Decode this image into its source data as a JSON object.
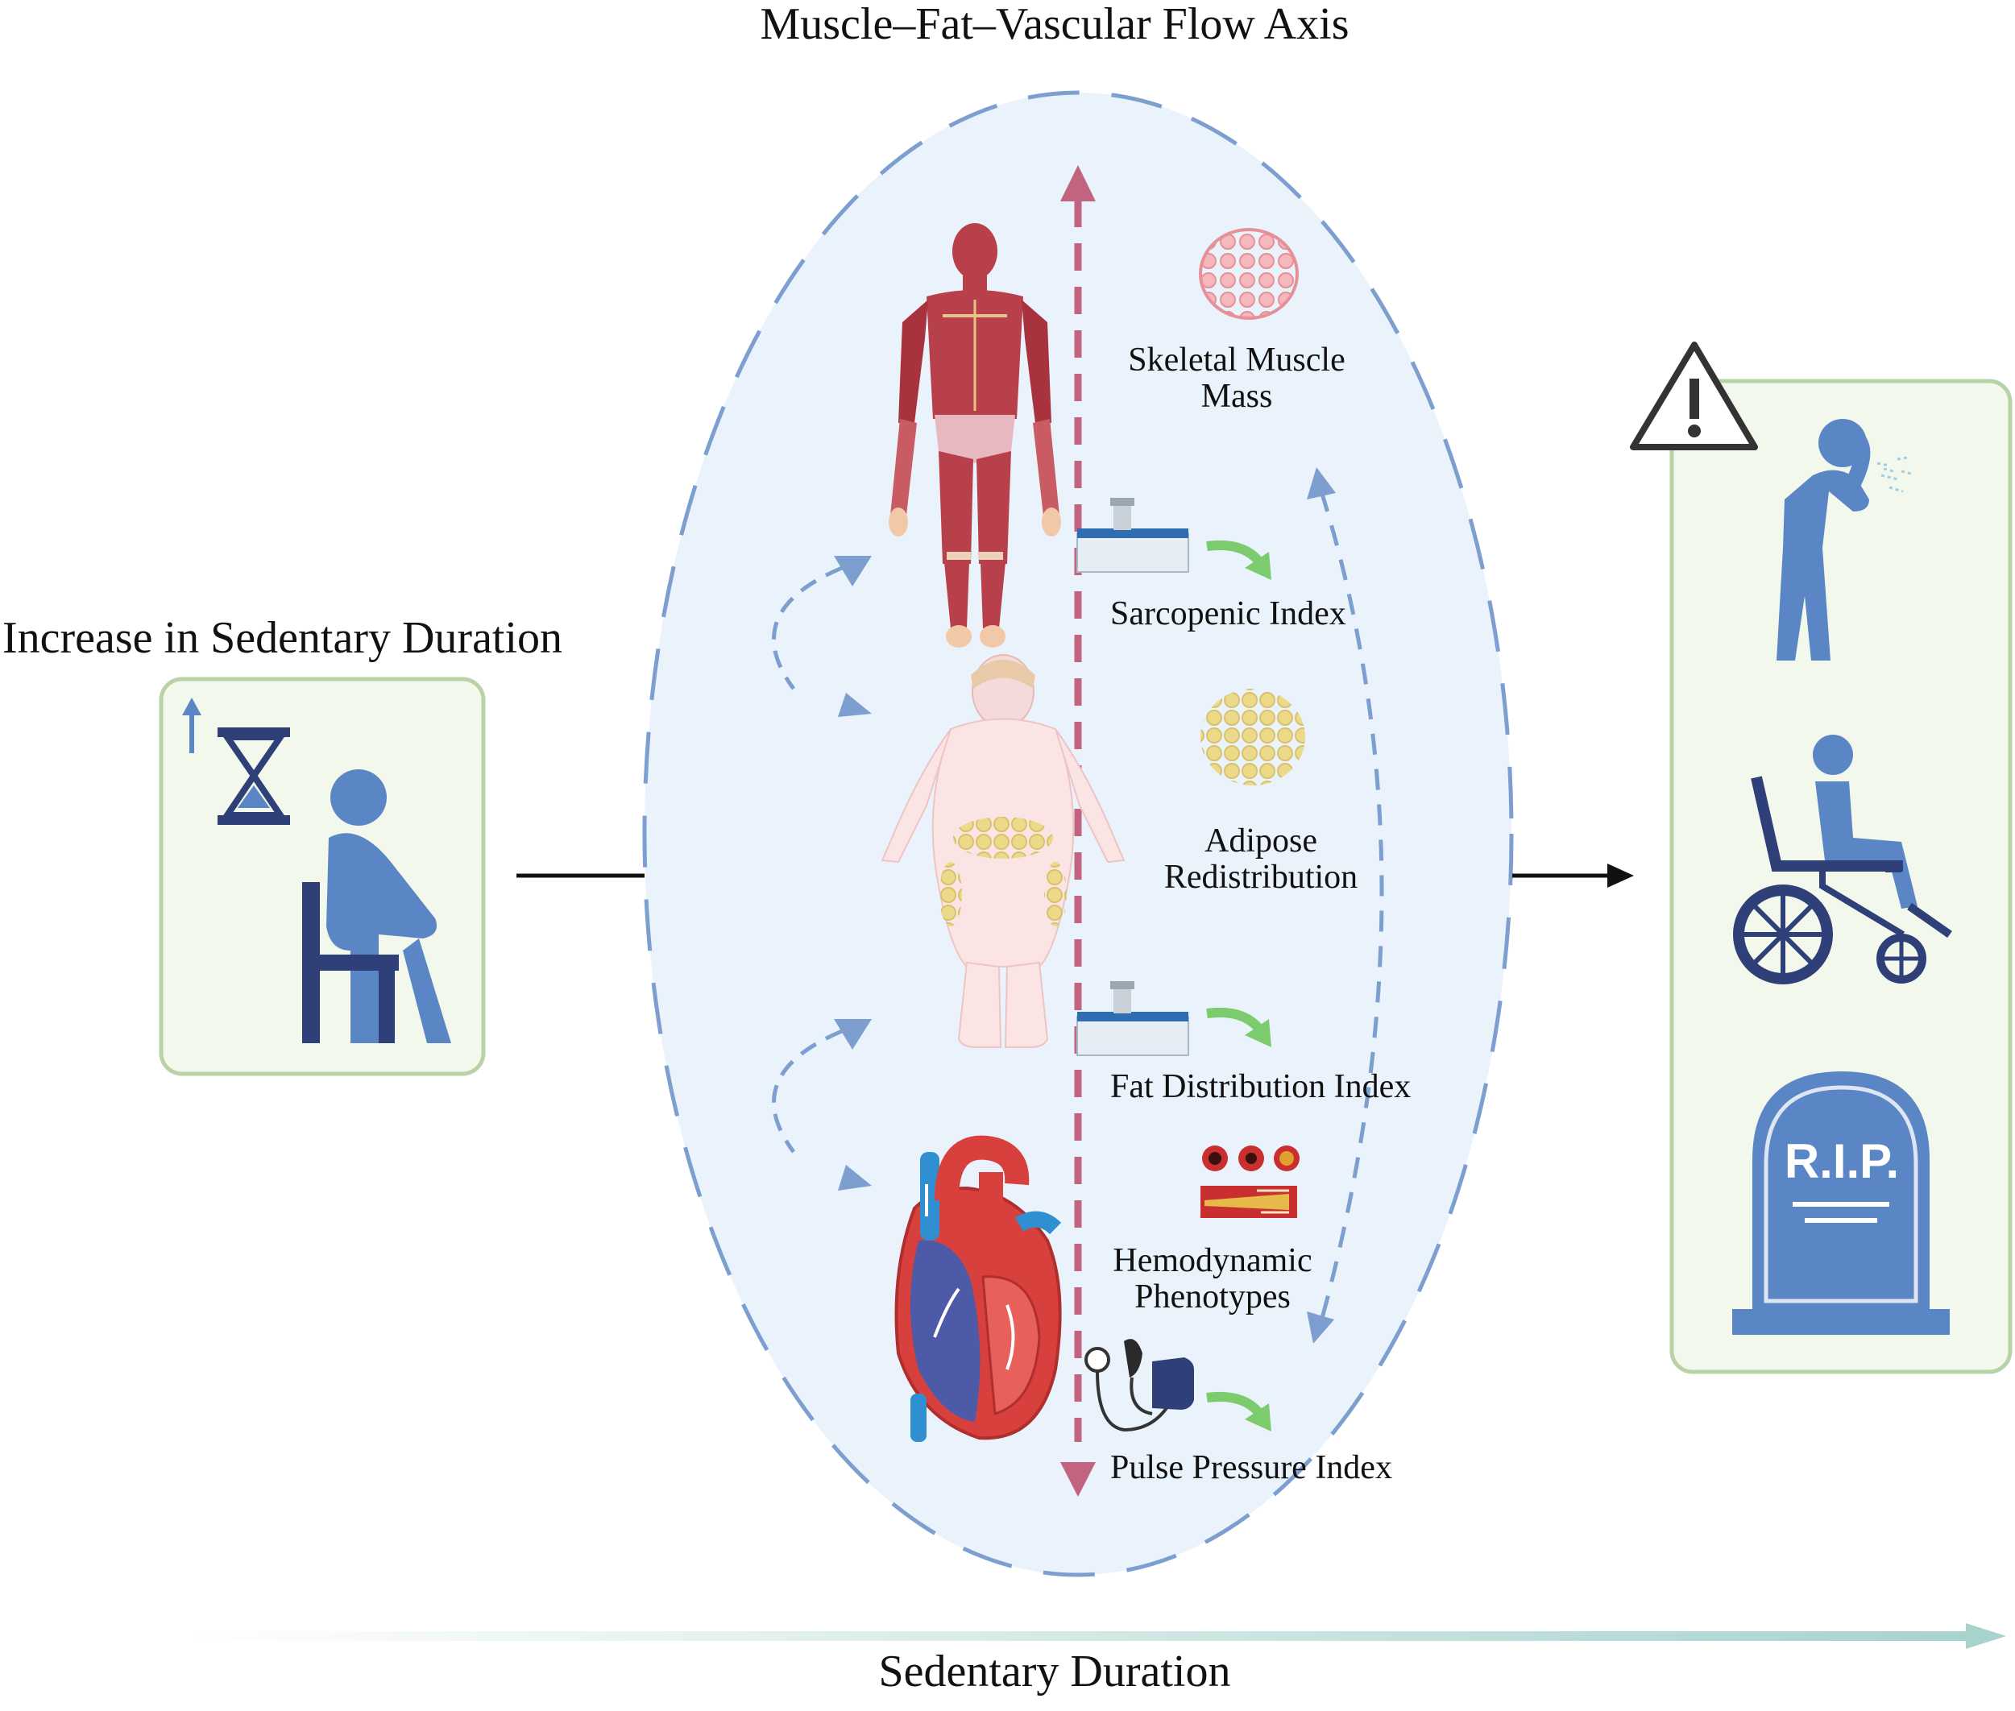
{
  "title": "Muscle–Fat–Vascular Flow Axis",
  "left_panel": {
    "label": "Increase in Sedentary Duration"
  },
  "axis_items": {
    "muscle_mass": [
      "Skeletal Muscle",
      "Mass"
    ],
    "sarcopenic_index": "Sarcopenic Index",
    "adipose": [
      "Adipose",
      "Redistribution"
    ],
    "fat_index": "Fat Distribution Index",
    "hemodynamic": [
      "Hemodynamic",
      "Phenotypes"
    ],
    "pulse_index": "Pulse Pressure Index"
  },
  "outcomes": {
    "tombstone_text": "R.I.P."
  },
  "x_axis_label": "Sedentary Duration",
  "colors": {
    "ellipse_fill": "#eaf2fb",
    "ellipse_dash": "#7d9fd0",
    "axis_arrow": "#c2637f",
    "panel_fill": "#f3f8ec",
    "panel_border": "#b9d3a6",
    "figure_blue": "#5b86c6",
    "figure_navy": "#2f3f78",
    "green_arrow": "#7ccc6e",
    "timeline": "#a7d3cd"
  }
}
